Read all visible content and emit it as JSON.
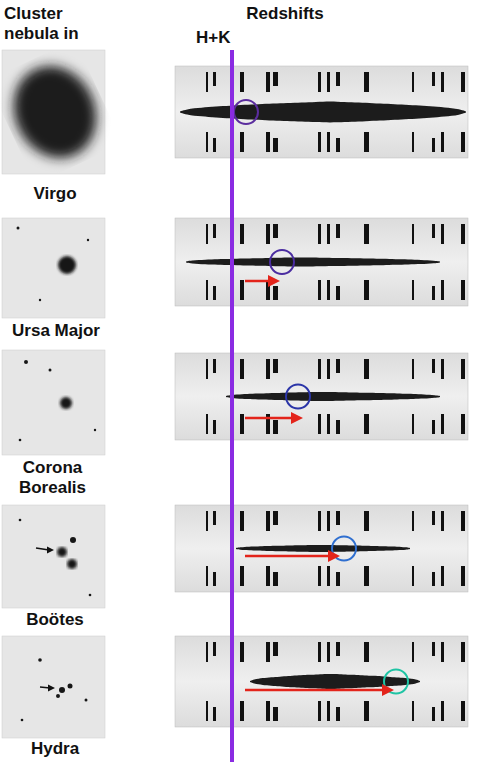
{
  "diagram": {
    "labels": [
      "Cluster nebula in",
      "Redshifts",
      "H+K",
      "Virgo",
      "Ursa Major",
      "Corona Borealis",
      "Boötes",
      "Hydra"
    ]
  }
}
